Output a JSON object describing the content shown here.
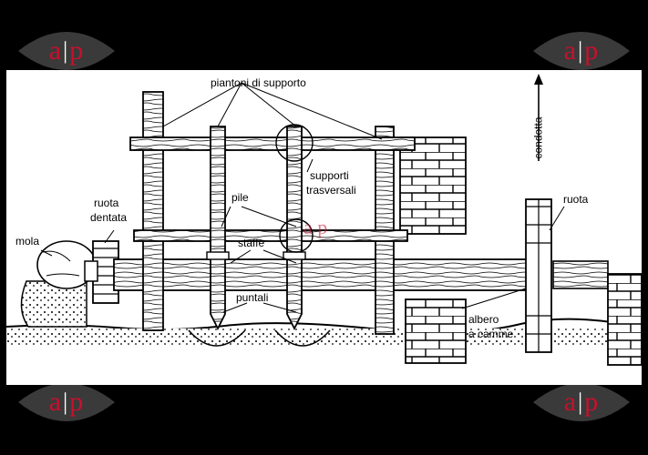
{
  "logo": {
    "left": "a",
    "sep": "|",
    "right": "p"
  },
  "labels": {
    "piantoni": "piantoni di supporto",
    "condotta": "condotta",
    "supporti_1": "supporti",
    "supporti_2": "trasversali",
    "ruota_dentata_1": "ruota",
    "ruota_dentata_2": "dentata",
    "mola": "mola",
    "pile": "pile",
    "staffe": "staffe",
    "puntali": "puntali",
    "ruota": "ruota",
    "albero_1": "albero",
    "albero_2": "a camme"
  },
  "watermark": {
    "left": "a",
    "right": "p"
  }
}
